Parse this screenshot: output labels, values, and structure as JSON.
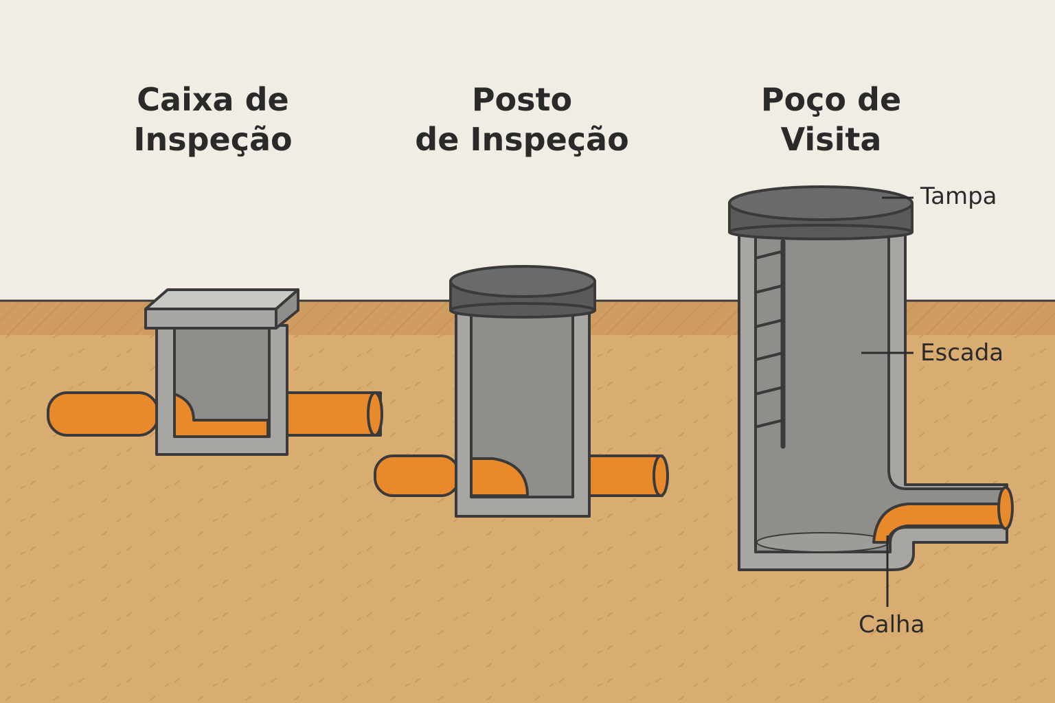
{
  "titles": {
    "caixa": {
      "line1": "Caixa de",
      "line2": "Inspeção"
    },
    "posto": {
      "line1": "Posto",
      "line2": "de Inspeção"
    },
    "poco": {
      "line1": "Poço de",
      "line2": "Visita"
    }
  },
  "labels": {
    "tampa": "Tampa",
    "escada": "Escada",
    "calha": "Calha"
  },
  "colors": {
    "sky": "#f1ece4",
    "soil": "#d9ac72",
    "soil_top": "#cf9d5f",
    "concrete": "#a7a6a2",
    "concrete_dark": "#8f8e8b",
    "lid": "#5a5a5a",
    "pipe": "#e8892c",
    "outline": "#3a3a3a"
  }
}
